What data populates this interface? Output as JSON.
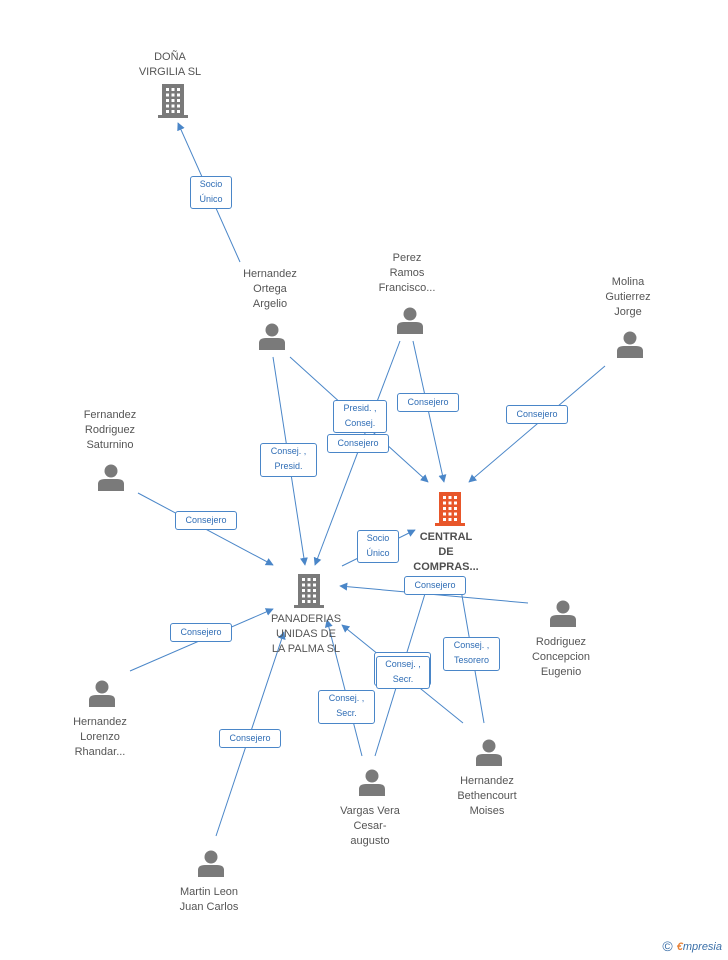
{
  "colors": {
    "edge": "#4a86c8",
    "box_border": "#4a86c8",
    "box_text": "#2f6db5",
    "node": "#7a7a7a",
    "focus": "#e8562a",
    "label": "#555555"
  },
  "nodes": {
    "dona_virgilia": {
      "kind": "company",
      "icon": "building-icon",
      "lines": [
        "DOÑA",
        "VIRGILIA SL"
      ]
    },
    "central_compras": {
      "kind": "company-focus",
      "icon": "building-icon",
      "lines": [
        "CENTRAL",
        "DE",
        "COMPRAS..."
      ]
    },
    "panaderias": {
      "kind": "company",
      "icon": "building-icon",
      "lines": [
        "PANADERIAS",
        "UNIDAS DE",
        "LA PALMA SL"
      ]
    },
    "hernandez_ortega": {
      "kind": "person",
      "icon": "person-icon",
      "lines": [
        "Hernandez",
        "Ortega",
        "Argelio"
      ]
    },
    "perez_ramos": {
      "kind": "person",
      "icon": "person-icon",
      "lines": [
        "Perez",
        "Ramos",
        "Francisco..."
      ]
    },
    "molina_gutierrez": {
      "kind": "person",
      "icon": "person-icon",
      "lines": [
        "Molina",
        "Gutierrez",
        "Jorge"
      ]
    },
    "fernandez_rodriguez": {
      "kind": "person",
      "icon": "person-icon",
      "lines": [
        "Fernandez",
        "Rodriguez",
        "Saturnino"
      ]
    },
    "rodriguez_concepcion": {
      "kind": "person",
      "icon": "person-icon",
      "lines": [
        "Rodriguez",
        "Concepcion",
        "Eugenio"
      ]
    },
    "hernandez_lorenzo": {
      "kind": "person",
      "icon": "person-icon",
      "lines": [
        "Hernandez",
        "Lorenzo",
        "Rhandar..."
      ]
    },
    "hernandez_bethencourt": {
      "kind": "person",
      "icon": "person-icon",
      "lines": [
        "Hernandez",
        "Bethencourt",
        "Moises"
      ]
    },
    "vargas_vera": {
      "kind": "person",
      "icon": "person-icon",
      "lines": [
        "Vargas Vera",
        "Cesar-",
        "augusto"
      ]
    },
    "martin_leon": {
      "kind": "person",
      "icon": "person-icon",
      "lines": [
        "Martin Leon",
        "Juan Carlos"
      ]
    }
  },
  "edges": [
    {
      "id": "e1",
      "from": "hernandez_ortega",
      "to": "dona_virgilia",
      "label": [
        "Socio",
        "Único"
      ]
    },
    {
      "id": "e2",
      "from": "hernandez_ortega",
      "to": "central_compras",
      "label": [
        "Presid. ,",
        "Consej."
      ]
    },
    {
      "id": "e3",
      "from": "hernandez_ortega",
      "to": "panaderias",
      "label": [
        "Consej. ,",
        "Presid."
      ]
    },
    {
      "id": "e4",
      "from": "perez_ramos",
      "to": "central_compras",
      "label": [
        "Consejero"
      ]
    },
    {
      "id": "e5",
      "from": "perez_ramos",
      "to": "panaderias",
      "label": [
        "Consejero"
      ]
    },
    {
      "id": "e6",
      "from": "molina_gutierrez",
      "to": "central_compras",
      "label": [
        "Consejero"
      ]
    },
    {
      "id": "e7",
      "from": "fernandez_rodriguez",
      "to": "panaderias",
      "label": [
        "Consejero"
      ]
    },
    {
      "id": "e8",
      "from": "panaderias",
      "to": "central_compras",
      "label": [
        "Socio",
        "Único"
      ]
    },
    {
      "id": "e9",
      "from": "rodriguez_concepcion",
      "to": "panaderias",
      "label": [
        "Consejero"
      ]
    },
    {
      "id": "e10",
      "from": "hernandez_lorenzo",
      "to": "panaderias",
      "label": [
        "Consejero"
      ]
    },
    {
      "id": "e11",
      "from": "hernandez_bethencourt",
      "to": "central_compras",
      "label": [
        "Consej. ,",
        "Tesorero"
      ]
    },
    {
      "id": "e12",
      "from": "hernandez_bethencourt",
      "to": "panaderias",
      "label": [
        "Consej. ,",
        "Secr."
      ]
    },
    {
      "id": "e13",
      "from": "vargas_vera",
      "to": "central_compras",
      "label": [
        "Consej. ,",
        "Secr."
      ]
    },
    {
      "id": "e14",
      "from": "vargas_vera",
      "to": "panaderias",
      "label": [
        "Consej. ,",
        "Secr."
      ]
    },
    {
      "id": "e15",
      "from": "martin_leon",
      "to": "panaderias",
      "label": [
        "Consejero"
      ]
    }
  ],
  "brand": {
    "copyright": "©",
    "first_letter": "€",
    "rest": "mpresia"
  }
}
